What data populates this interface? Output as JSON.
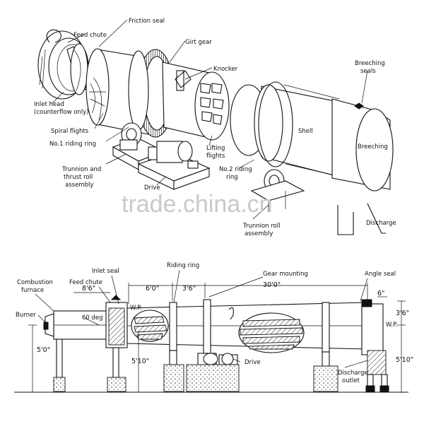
{
  "watermark": "trade.china.cn",
  "top_view": {
    "labels": {
      "friction_seal": "Friction seal",
      "feed_chute": "Feed chute",
      "girt_gear": "Girt gear",
      "knocker": "Knocker",
      "breeching_seals_1": "Breeching",
      "breeching_seals_2": "seals",
      "inlet_head_1": "Inlet head",
      "inlet_head_2": "(counterflow only)",
      "spiral_flights": "Spiral flights",
      "riding_ring_1": "No.1 riding ring",
      "shell": "Shell",
      "breeching": "Breeching",
      "lifting_flights_1": "Lifting",
      "lifting_flights_2": "flights",
      "trunnion_thrust_1": "Trunnion and",
      "trunnion_thrust_2": "thrust roll",
      "trunnion_thrust_3": "assembly",
      "riding_ring_2a": "No.2 riding",
      "riding_ring_2b": "ring",
      "drive": "Drive",
      "discharge": "Discharge",
      "trunnion_roll_1": "Trunnion roll",
      "trunnion_roll_2": "assembly"
    }
  },
  "bottom_view": {
    "labels": {
      "combustion_1": "Combustion",
      "combustion_2": "furnace",
      "feed_chute": "Feed chute",
      "inlet_seal": "Inlet seal",
      "riding_ring": "Riding ring",
      "gear_mounting": "Gear mounting",
      "angle_seal": "Angle seal",
      "burner": "Burner",
      "slope": "60 deg",
      "wp_left": "W.P.",
      "wp_right": "W.P.",
      "drive": "Drive",
      "discharge_1": "Discharge",
      "discharge_2": "outlet"
    },
    "dimensions": {
      "feed_to_inlet": "8'6\"",
      "to_riding_ring": "6'0\"",
      "ring_to_gear": "3'6\"",
      "shell_length": "30'0\"",
      "end_offset": "6\"",
      "upper_right_height": "3'6\"",
      "left_height": "5'0\"",
      "mid_height": "5'10\"",
      "right_height": "5'10\""
    }
  }
}
